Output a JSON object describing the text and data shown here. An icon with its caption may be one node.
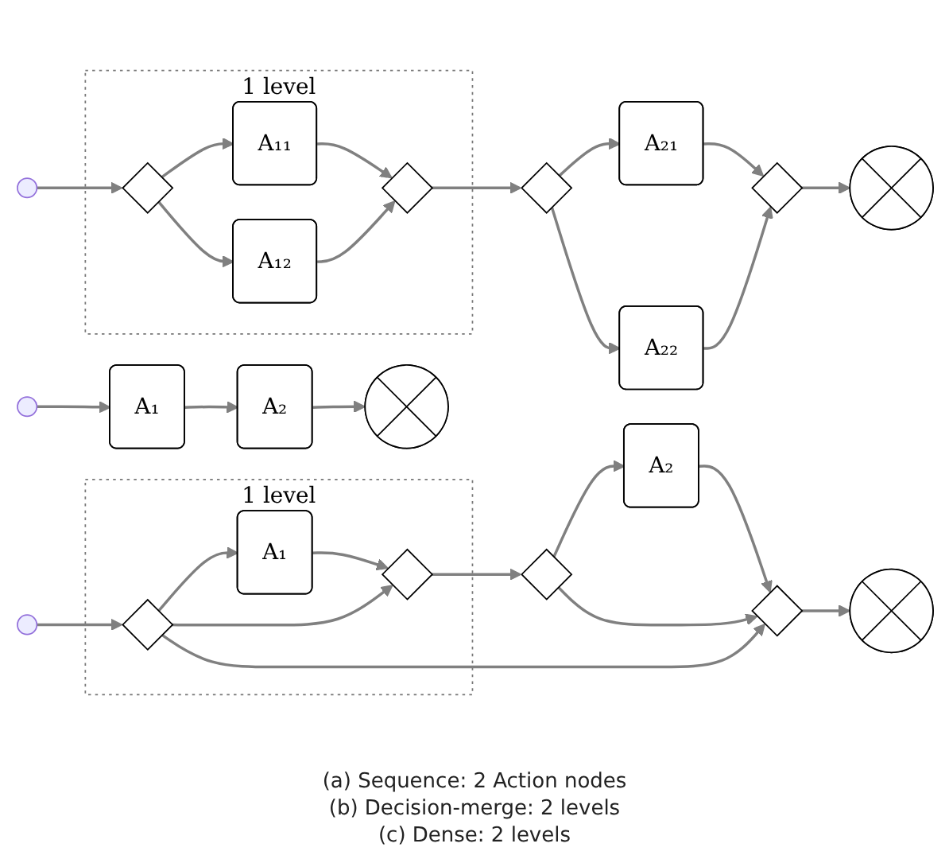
{
  "diagram": {
    "nodes": [
      {
        "text": [],
        "shape": "circle"
      },
      {
        "text": [
          "A₁"
        ]
      },
      {
        "text": [
          "A₂"
        ]
      },
      {
        "text": [],
        "shape": "circle"
      },
      {
        "text": [],
        "shape": "circle"
      },
      {
        "text": [
          "1 level"
        ]
      },
      {
        "text": [],
        "shape": "diamond",
        "in": 5
      },
      {
        "text": [
          "A₁₁"
        ],
        "in": 5
      },
      {
        "text": [
          "A₁₂"
        ],
        "in": 5
      },
      {
        "text": [],
        "shape": "diamond",
        "in": 5
      },
      {
        "text": [],
        "shape": "diamond"
      },
      {
        "text": [
          "A₂₁"
        ]
      },
      {
        "text": [
          "A₂₂"
        ]
      },
      {
        "text": [],
        "shape": "diamond"
      },
      {
        "text": [],
        "shape": "circle"
      },
      {
        "text": [],
        "shape": "circle"
      },
      {
        "text": [
          "1 level"
        ]
      },
      {
        "text": [],
        "shape": "diamond",
        "in": 16
      },
      {
        "text": [
          "A₁"
        ],
        "in": 16
      },
      {
        "text": [],
        "shape": "diamond",
        "in": 16
      },
      {
        "text": [],
        "shape": "diamond"
      },
      {
        "text": [
          "A₂"
        ]
      },
      {
        "text": [],
        "shape": "diamond"
      },
      {
        "text": [],
        "shape": "circle"
      }
    ],
    "edges": [
      {
        "from": 0,
        "to": 1,
        "arrow": "to"
      },
      {
        "from": 1,
        "to": 2,
        "arrow": "to"
      },
      {
        "from": 2,
        "to": 3,
        "arrow": "to"
      },
      {
        "from": 4,
        "to": 6,
        "arrow": "to"
      },
      {
        "from": 6,
        "to": 7,
        "arrow": "to"
      },
      {
        "from": 6,
        "to": 8,
        "arrow": "to"
      },
      {
        "from": 7,
        "to": 9,
        "arrow": "to"
      },
      {
        "from": 8,
        "to": 9,
        "arrow": "to"
      },
      {
        "from": 9,
        "to": 10,
        "arrow": "to"
      },
      {
        "from": 10,
        "to": 11,
        "arrow": "to"
      },
      {
        "from": 10,
        "to": 12,
        "arrow": "to"
      },
      {
        "from": 11,
        "to": 13,
        "arrow": "to"
      },
      {
        "from": 12,
        "to": 13,
        "arrow": "to"
      },
      {
        "from": 13,
        "to": 14,
        "arrow": "to"
      },
      {
        "from": 15,
        "to": 17,
        "arrow": "to"
      },
      {
        "from": 17,
        "to": 18,
        "arrow": "to"
      },
      {
        "from": 18,
        "to": 19,
        "arrow": "to"
      },
      {
        "from": 19,
        "to": 20,
        "arrow": "to"
      },
      {
        "from": 20,
        "to": 21,
        "arrow": "to"
      },
      {
        "from": 21,
        "to": 22,
        "arrow": "to"
      },
      {
        "from": 22,
        "to": 23,
        "arrow": "to"
      },
      {
        "from": 17,
        "to": 19,
        "arrow": "to"
      },
      {
        "from": 17,
        "to": 22,
        "arrow": "to"
      },
      {
        "from": 20,
        "to": 22,
        "arrow": "to"
      }
    ],
    "labels": [
      "(a) Sequence: 2 Action nodes",
      "(b) Decision-merge: 2 levels",
      "(c) Dense: 2 levels"
    ]
  }
}
